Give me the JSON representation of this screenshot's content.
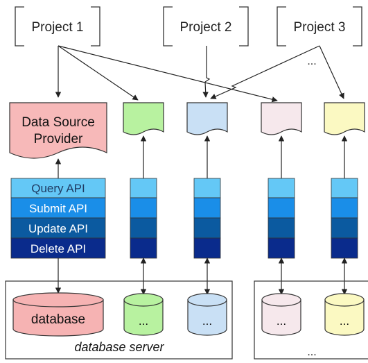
{
  "projects": [
    {
      "label": "Project 1"
    },
    {
      "label": "Project 2"
    },
    {
      "label": "Project 3"
    }
  ],
  "ellipsis_top": "...",
  "provider": {
    "line1": "Data Source",
    "line2": "Provider"
  },
  "apis": [
    {
      "label": "Query API",
      "fill": "#64c8f6",
      "text_color": "#1f3b63"
    },
    {
      "label": "Submit API",
      "fill": "#1a8ee8",
      "text_color": "#ffffff"
    },
    {
      "label": "Update API",
      "fill": "#0b5aa0",
      "text_color": "#ffffff"
    },
    {
      "label": "Delete API",
      "fill": "#0a2b8c",
      "text_color": "#ffffff"
    }
  ],
  "documents": [
    {
      "fill": "#b8f2a0"
    },
    {
      "fill": "#c9e0f5"
    },
    {
      "fill": "#f6e8ec"
    },
    {
      "fill": "#fbf9c2"
    }
  ],
  "databases": [
    {
      "label": "database",
      "fill": "#f6b3b3"
    },
    {
      "label": "...",
      "fill": "#b8f2a0"
    },
    {
      "label": "...",
      "fill": "#c9e0f5"
    },
    {
      "label": "...",
      "fill": "#f6e8ec"
    },
    {
      "label": "...",
      "fill": "#fbf9c2"
    }
  ],
  "server_label": "database server",
  "server2_label": "...",
  "colors": {
    "provider_fill": "#f7b9b9",
    "stroke": "#222222"
  }
}
